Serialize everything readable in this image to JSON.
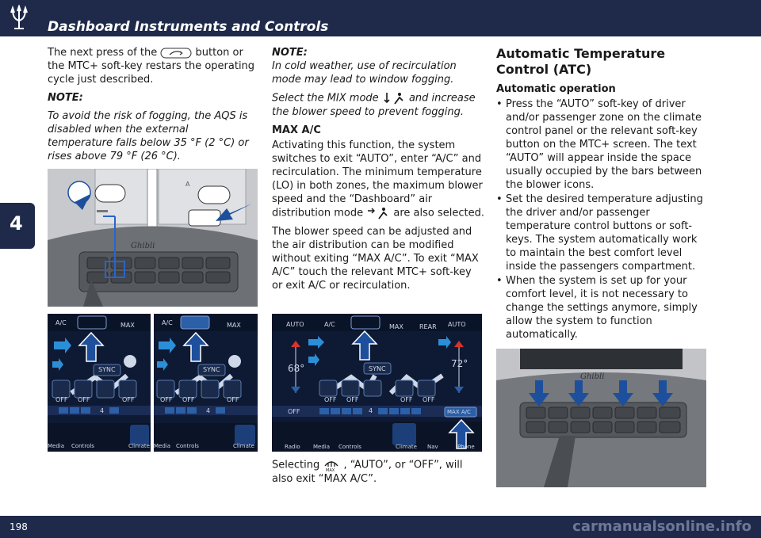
{
  "header": {
    "title": "Dashboard Instruments and Controls"
  },
  "side_tab": {
    "label": "4"
  },
  "footer": {
    "page_number": "198",
    "watermark": "carmanualsonline.info"
  },
  "col1": {
    "p1_before": "The next press of the",
    "p1_after": "button or the MTC+ soft-key restars the operating cycle just described.",
    "note_heading": "NOTE:",
    "note_text": "To avoid the risk of fogging, the AQS is disabled when the external temperature falls below 35 °F (2 °C) or rises above 79 °F (26 °C)."
  },
  "col2": {
    "note_heading": "NOTE:",
    "note1": "In cold weather, use of recirculation mode may lead to window fogging.",
    "note2_before": "Select the MIX mode",
    "note2_after": "and increase the blower speed to prevent fogging.",
    "maxac_heading": "MAX A/C",
    "maxac_p1_before": "Activating this function, the system switches to exit “AUTO”, enter “A/C” and recirculation. The minimum temperature (LO) in both zones, the maximum blower speed and the “Dashboard” air distribution mode",
    "maxac_p1_after": "are also selected.",
    "maxac_p2": "The blower speed can be adjusted and the air distribution can be modified without exiting “MAX A/C”. To exit “MAX A/C” touch the relevant MTC+ soft-key or exit A/C or recirculation.",
    "selecting_before": "Selecting",
    "selecting_after": ", “AUTO”, or “OFF”, will also exit “MAX A/C”."
  },
  "col3": {
    "heading": "Automatic Temperature Control (ATC)",
    "sub": "Automatic operation",
    "bullets": [
      "Press the “AUTO” soft-key of driver and/or passenger zone on the climate control panel or the relevant soft-key button on the MTC+ screen. The text “AUTO” will appear inside the space usually occupied by the bars between the blower icons.",
      "Set the desired temperature adjusting the driver and/or passenger temperature control buttons or soft-keys. The system automatically work to maintain the best comfort level inside the passengers compartment.",
      "When the system is set up for your comfort level, it is not necessary to change the settings anymore, simply allow the system to function automatically."
    ]
  },
  "screen_left": {
    "top_a": [
      "A/C",
      "MAX"
    ],
    "top_b": [
      "A/C",
      "MAX"
    ],
    "sync": "SYNC",
    "off": "OFF",
    "fan": "4",
    "nav": [
      "Media",
      "Controls",
      "Climate"
    ]
  },
  "screen_mid": {
    "top": [
      "AUTO",
      "A/C",
      "MAX",
      "REAR",
      "AUTO"
    ],
    "temp_left": "68°",
    "temp_right": "72°",
    "sync": "SYNC",
    "off": "OFF",
    "fan": "4",
    "maxac_btn": "MAX A/C",
    "nav": [
      "Radio",
      "Media",
      "Controls",
      "Climate",
      "Nav",
      "Phone"
    ]
  },
  "photo1": {
    "badge": "Ghibli",
    "letter": "A"
  },
  "photo2": {
    "badge": "Ghibli"
  },
  "colors": {
    "navy": "#1f2a4a",
    "arrow_blue": "#1d4f9c",
    "screen_bg": "#0e1a33"
  }
}
